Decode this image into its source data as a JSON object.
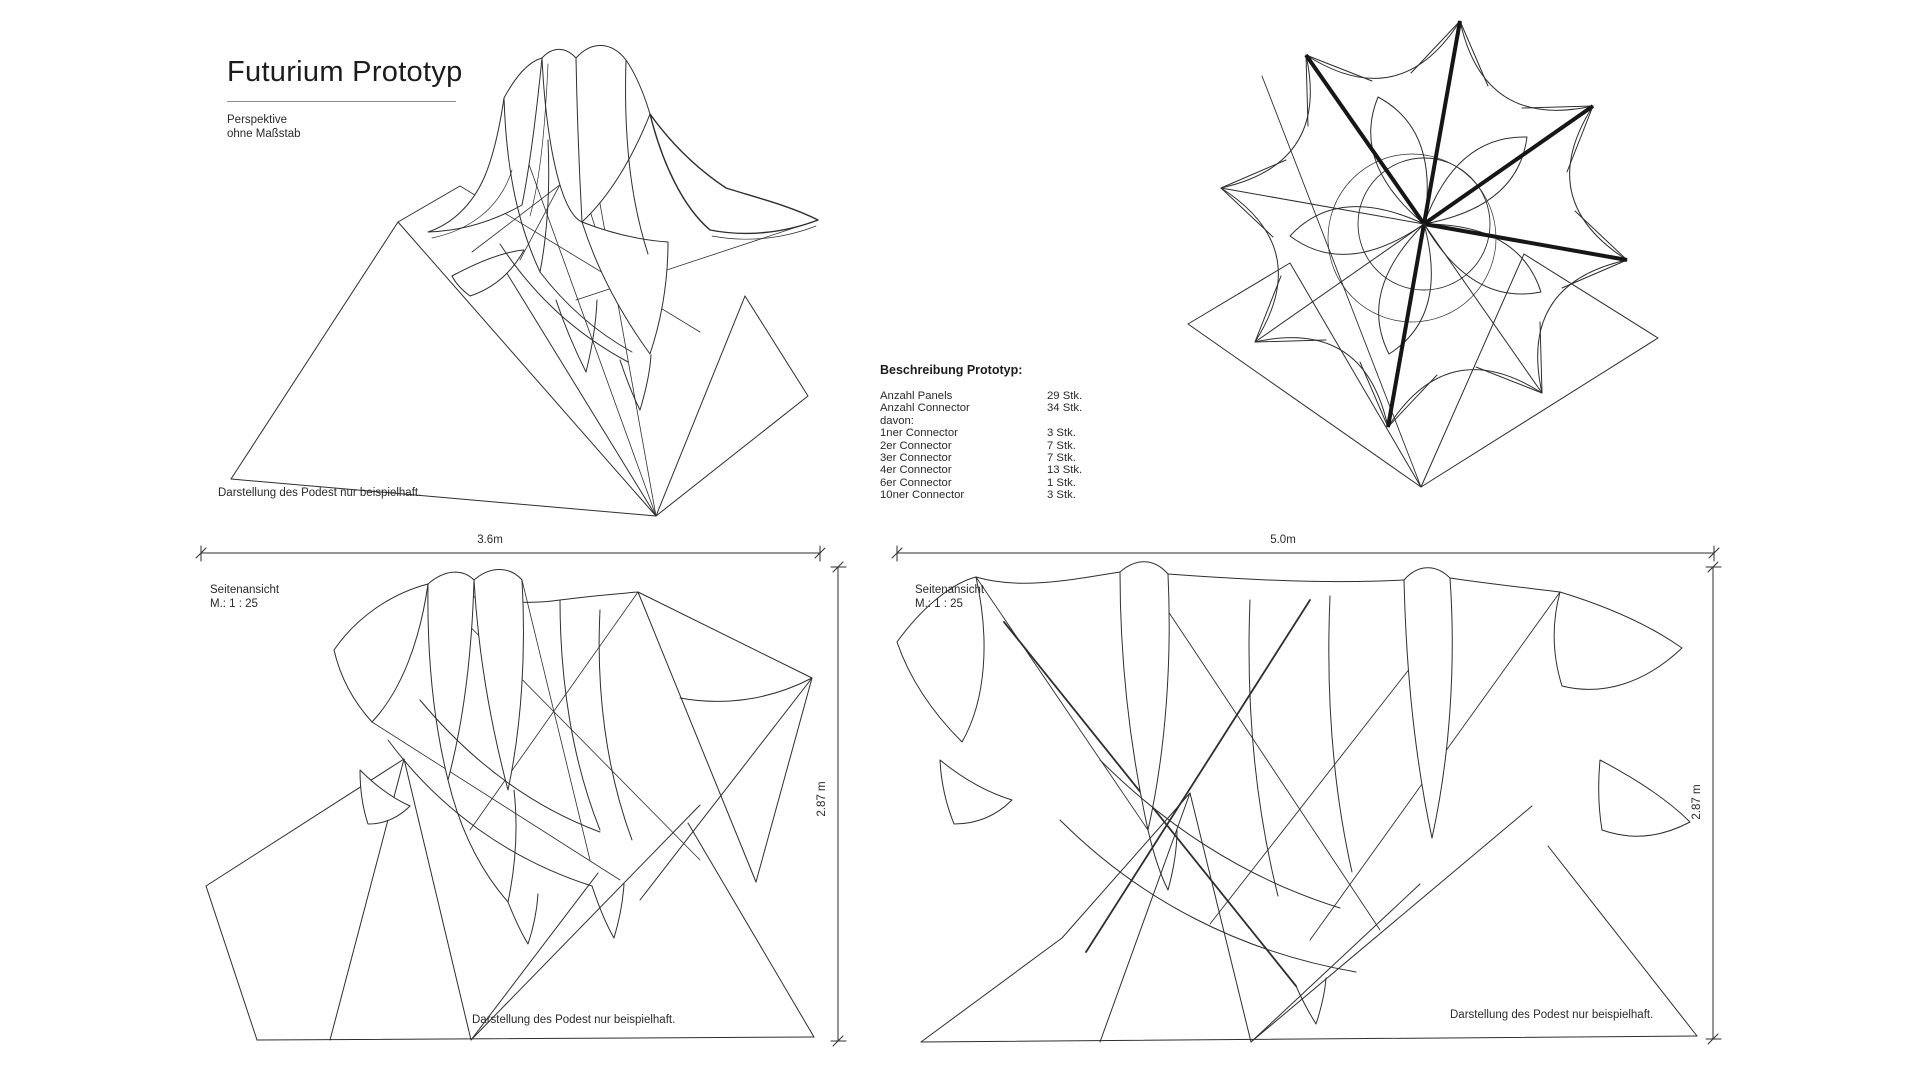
{
  "colors": {
    "background": "#ffffff",
    "ink": "#2e2e2e"
  },
  "header": {
    "title": "Futurium Prototyp"
  },
  "views": {
    "perspective": {
      "label_line1": "Perspektive",
      "label_line2": "ohne Maßstab",
      "caption": "Darstellung des Podest nur beispielhaft."
    },
    "side_left": {
      "label_line1": "Seitenansicht",
      "label_line2": "M.: 1 : 25",
      "width_dim": "3.6m",
      "height_dim": "2.87 m",
      "caption": "Darstellung des Podest nur beispielhaft."
    },
    "side_right": {
      "label_line1": "Seitenansicht",
      "label_line2": "M.: 1 : 25",
      "width_dim": "5.0m",
      "height_dim": "2.87 m",
      "caption": "Darstellung des Podest nur beispielhaft."
    }
  },
  "description": {
    "heading": "Beschreibung Prototyp:",
    "rows": [
      {
        "label": "Anzahl Panels",
        "value": "29 Stk."
      },
      {
        "label": "Anzahl Connector",
        "value": "34 Stk."
      },
      {
        "label": "davon:",
        "value": ""
      },
      {
        "label": "1ner Connector",
        "value": "3 Stk."
      },
      {
        "label": "2er Connector",
        "value": "7 Stk."
      },
      {
        "label": "3er Connector",
        "value": "7 Stk."
      },
      {
        "label": "4er Connector",
        "value": "13 Stk."
      },
      {
        "label": "6er Connector",
        "value": "1 Stk."
      },
      {
        "label": "10ner Connector",
        "value": "3 Stk."
      }
    ]
  }
}
